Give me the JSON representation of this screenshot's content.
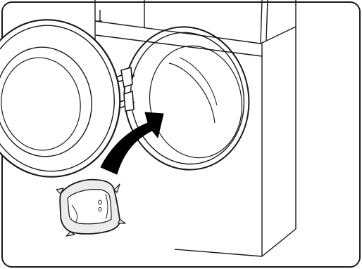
{
  "illustration": {
    "subject": "front-load-washer-open-door",
    "colors": {
      "line": "#1a1a1a",
      "background": "#ffffff",
      "pod_fill": "#ececec",
      "arrow_fill": "#000000"
    },
    "icons": [
      "washing-machine",
      "detergent-pod",
      "curved-insert-arrow"
    ]
  }
}
